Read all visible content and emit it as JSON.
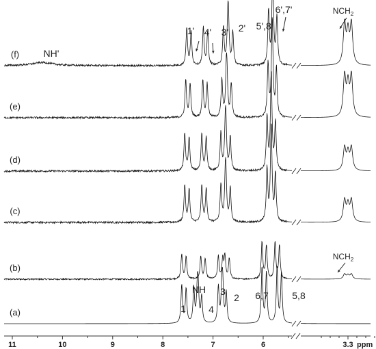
{
  "chart_data": {
    "type": "line",
    "x_unit": "ppm",
    "x_ticks": [
      {
        "label": "11",
        "value": 11
      },
      {
        "label": "10",
        "value": 10
      },
      {
        "label": "9",
        "value": 9
      },
      {
        "label": "8",
        "value": 8
      },
      {
        "label": "7",
        "value": 7
      },
      {
        "label": "6",
        "value": 6
      },
      {
        "label": "3.3",
        "value": 3.3
      }
    ],
    "x_axis_break": [
      5.5,
      3.6
    ],
    "series": [
      {
        "tag": "(a)",
        "peaks": [
          {
            "label": "1",
            "ppm": 7.58,
            "height": 0.68
          },
          {
            "label": "NH",
            "ppm": 7.34,
            "height": 0.62
          },
          {
            "label": "4",
            "ppm": 7.27,
            "height": 0.52
          },
          {
            "label": "3",
            "ppm": 6.85,
            "height": 0.64
          },
          {
            "label": "2",
            "ppm": 6.78,
            "height": 0.6
          },
          {
            "label": "6,7",
            "ppm": 5.98,
            "height": 1.0
          },
          {
            "label": "5,8",
            "ppm": 5.68,
            "height": 1.0
          }
        ]
      },
      {
        "tag": "(b)",
        "peaks": [
          {
            "label": "",
            "ppm": 7.58,
            "height": 0.6
          },
          {
            "label": "",
            "ppm": 7.2,
            "height": 0.55
          },
          {
            "label": "",
            "ppm": 6.85,
            "height": 0.55
          },
          {
            "label": "",
            "ppm": 6.72,
            "height": 0.55
          },
          {
            "label": "",
            "ppm": 5.98,
            "height": 0.9
          },
          {
            "label": "",
            "ppm": 5.72,
            "height": 0.9
          },
          {
            "label": "NCH2",
            "ppm": 3.3,
            "height": 0.12
          }
        ]
      },
      {
        "tag": "(c)",
        "peaks": [
          {
            "label": "",
            "ppm": 7.52,
            "height": 0.7
          },
          {
            "label": "",
            "ppm": 7.18,
            "height": 0.7
          },
          {
            "label": "",
            "ppm": 6.8,
            "height": 0.7
          },
          {
            "label": "",
            "ppm": 6.7,
            "height": 0.7
          },
          {
            "label": "",
            "ppm": 5.88,
            "height": 1.0
          },
          {
            "label": "",
            "ppm": 5.8,
            "height": 1.0
          },
          {
            "label": "",
            "ppm": 3.3,
            "height": 0.4
          }
        ]
      },
      {
        "tag": "(d)",
        "peaks": [
          {
            "label": "",
            "ppm": 7.52,
            "height": 0.7
          },
          {
            "label": "",
            "ppm": 7.18,
            "height": 0.7
          },
          {
            "label": "",
            "ppm": 6.8,
            "height": 0.7
          },
          {
            "label": "",
            "ppm": 6.7,
            "height": 0.7
          },
          {
            "label": "",
            "ppm": 5.88,
            "height": 1.0
          },
          {
            "label": "",
            "ppm": 5.8,
            "height": 1.0
          },
          {
            "label": "",
            "ppm": 3.3,
            "height": 0.42
          }
        ]
      },
      {
        "tag": "(e)",
        "peaks": [
          {
            "label": "",
            "ppm": 7.5,
            "height": 0.7
          },
          {
            "label": "",
            "ppm": 7.16,
            "height": 0.7
          },
          {
            "label": "",
            "ppm": 6.78,
            "height": 0.7
          },
          {
            "label": "",
            "ppm": 6.68,
            "height": 0.7
          },
          {
            "label": "",
            "ppm": 5.86,
            "height": 1.0
          },
          {
            "label": "",
            "ppm": 5.78,
            "height": 1.0
          },
          {
            "label": "",
            "ppm": 3.3,
            "height": 0.75
          }
        ]
      },
      {
        "tag": "(f)",
        "peaks": [
          {
            "label": "NH'",
            "ppm": 10.4,
            "height": 0.06
          },
          {
            "label": "1'",
            "ppm": 7.48,
            "height": 0.7
          },
          {
            "label": "4'",
            "ppm": 7.15,
            "height": 0.7
          },
          {
            "label": "3'",
            "ppm": 6.75,
            "height": 0.7
          },
          {
            "label": "2'",
            "ppm": 6.65,
            "height": 0.7
          },
          {
            "label": "5',8'",
            "ppm": 5.85,
            "height": 1.0
          },
          {
            "label": "6',7'",
            "ppm": 5.77,
            "height": 1.0
          },
          {
            "label": "NCH2",
            "ppm": 3.3,
            "height": 0.75
          }
        ]
      }
    ]
  }
}
